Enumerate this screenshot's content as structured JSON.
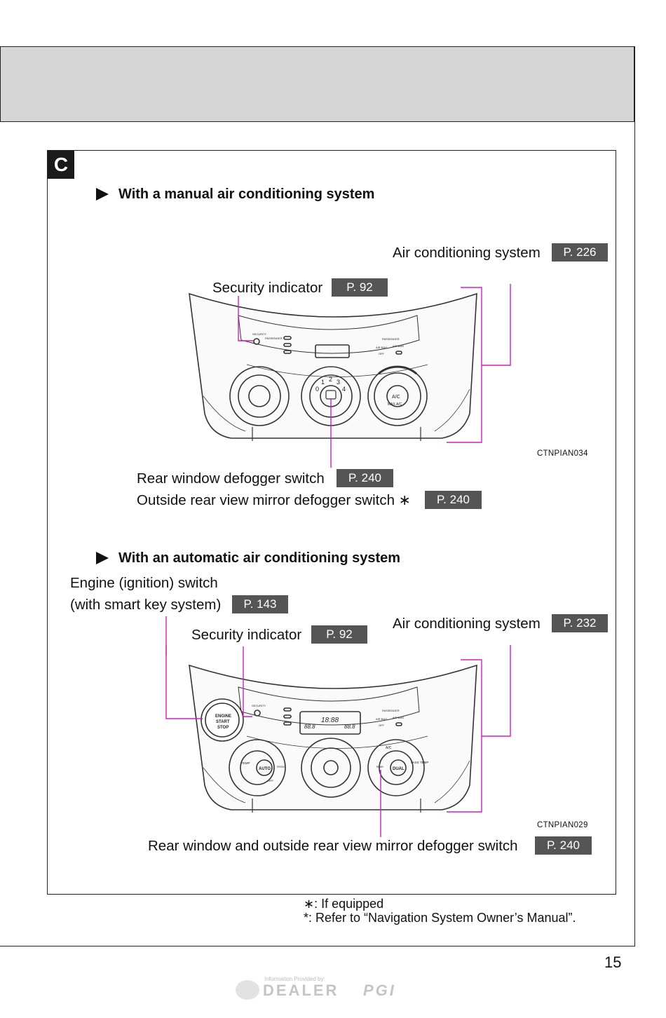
{
  "section_letter": "C",
  "manual": {
    "heading": "With a manual air conditioning system",
    "ac_label": "Air conditioning system",
    "ac_page": "P. 226",
    "security_label": "Security indicator",
    "security_page": "P. 92",
    "rear_label": "Rear window defogger switch",
    "rear_page": "P. 240",
    "mirror_label": "Outside rear view mirror defogger switch ∗",
    "mirror_page": "P. 240",
    "code": "CTNPIAN034"
  },
  "automatic": {
    "heading": "With an automatic air conditioning system",
    "engine_label_1": "Engine (ignition) switch",
    "engine_label_2": "(with smart key system)",
    "engine_page": "P. 143",
    "security_label": "Security indicator",
    "security_page": "P. 92",
    "ac_label": "Air conditioning system",
    "ac_page": "P. 232",
    "rear_label": "Rear window and outside rear view mirror defogger switch",
    "rear_page": "P. 240",
    "code": "CTNPIAN029"
  },
  "panel_text": {
    "security": "SECURITY",
    "passenger": "PASSENGER",
    "airbag": "AIR BAG",
    "off": "OFF",
    "fan_0": "0",
    "fan_1": "1",
    "fan_2": "2",
    "fan_3": "3",
    "fan_4": "4",
    "ac": "A/C",
    "max_ac": "MAX A/C",
    "engine": "ENGINE",
    "start": "START",
    "stop": "STOP",
    "temp": "TEMP",
    "auto": "AUTO",
    "dual": "DUAL",
    "pass_temp": "PASS TEMP",
    "rear": "REAR",
    "front": "FRONT",
    "display": "18:88",
    "disp_left": "88.8",
    "disp_right": "88.8"
  },
  "footnotes": {
    "equipped": "∗: If equipped",
    "nav": "*: Refer to “Navigation System Owner’s Manual”."
  },
  "page_number": "15",
  "footer": {
    "provided": "Information Provided by:",
    "dealer": "DEALER",
    "pgi": "PGI"
  },
  "colors": {
    "leader": "#d020c0",
    "page_box": "#555555",
    "header_band": "#d6d6d6"
  }
}
